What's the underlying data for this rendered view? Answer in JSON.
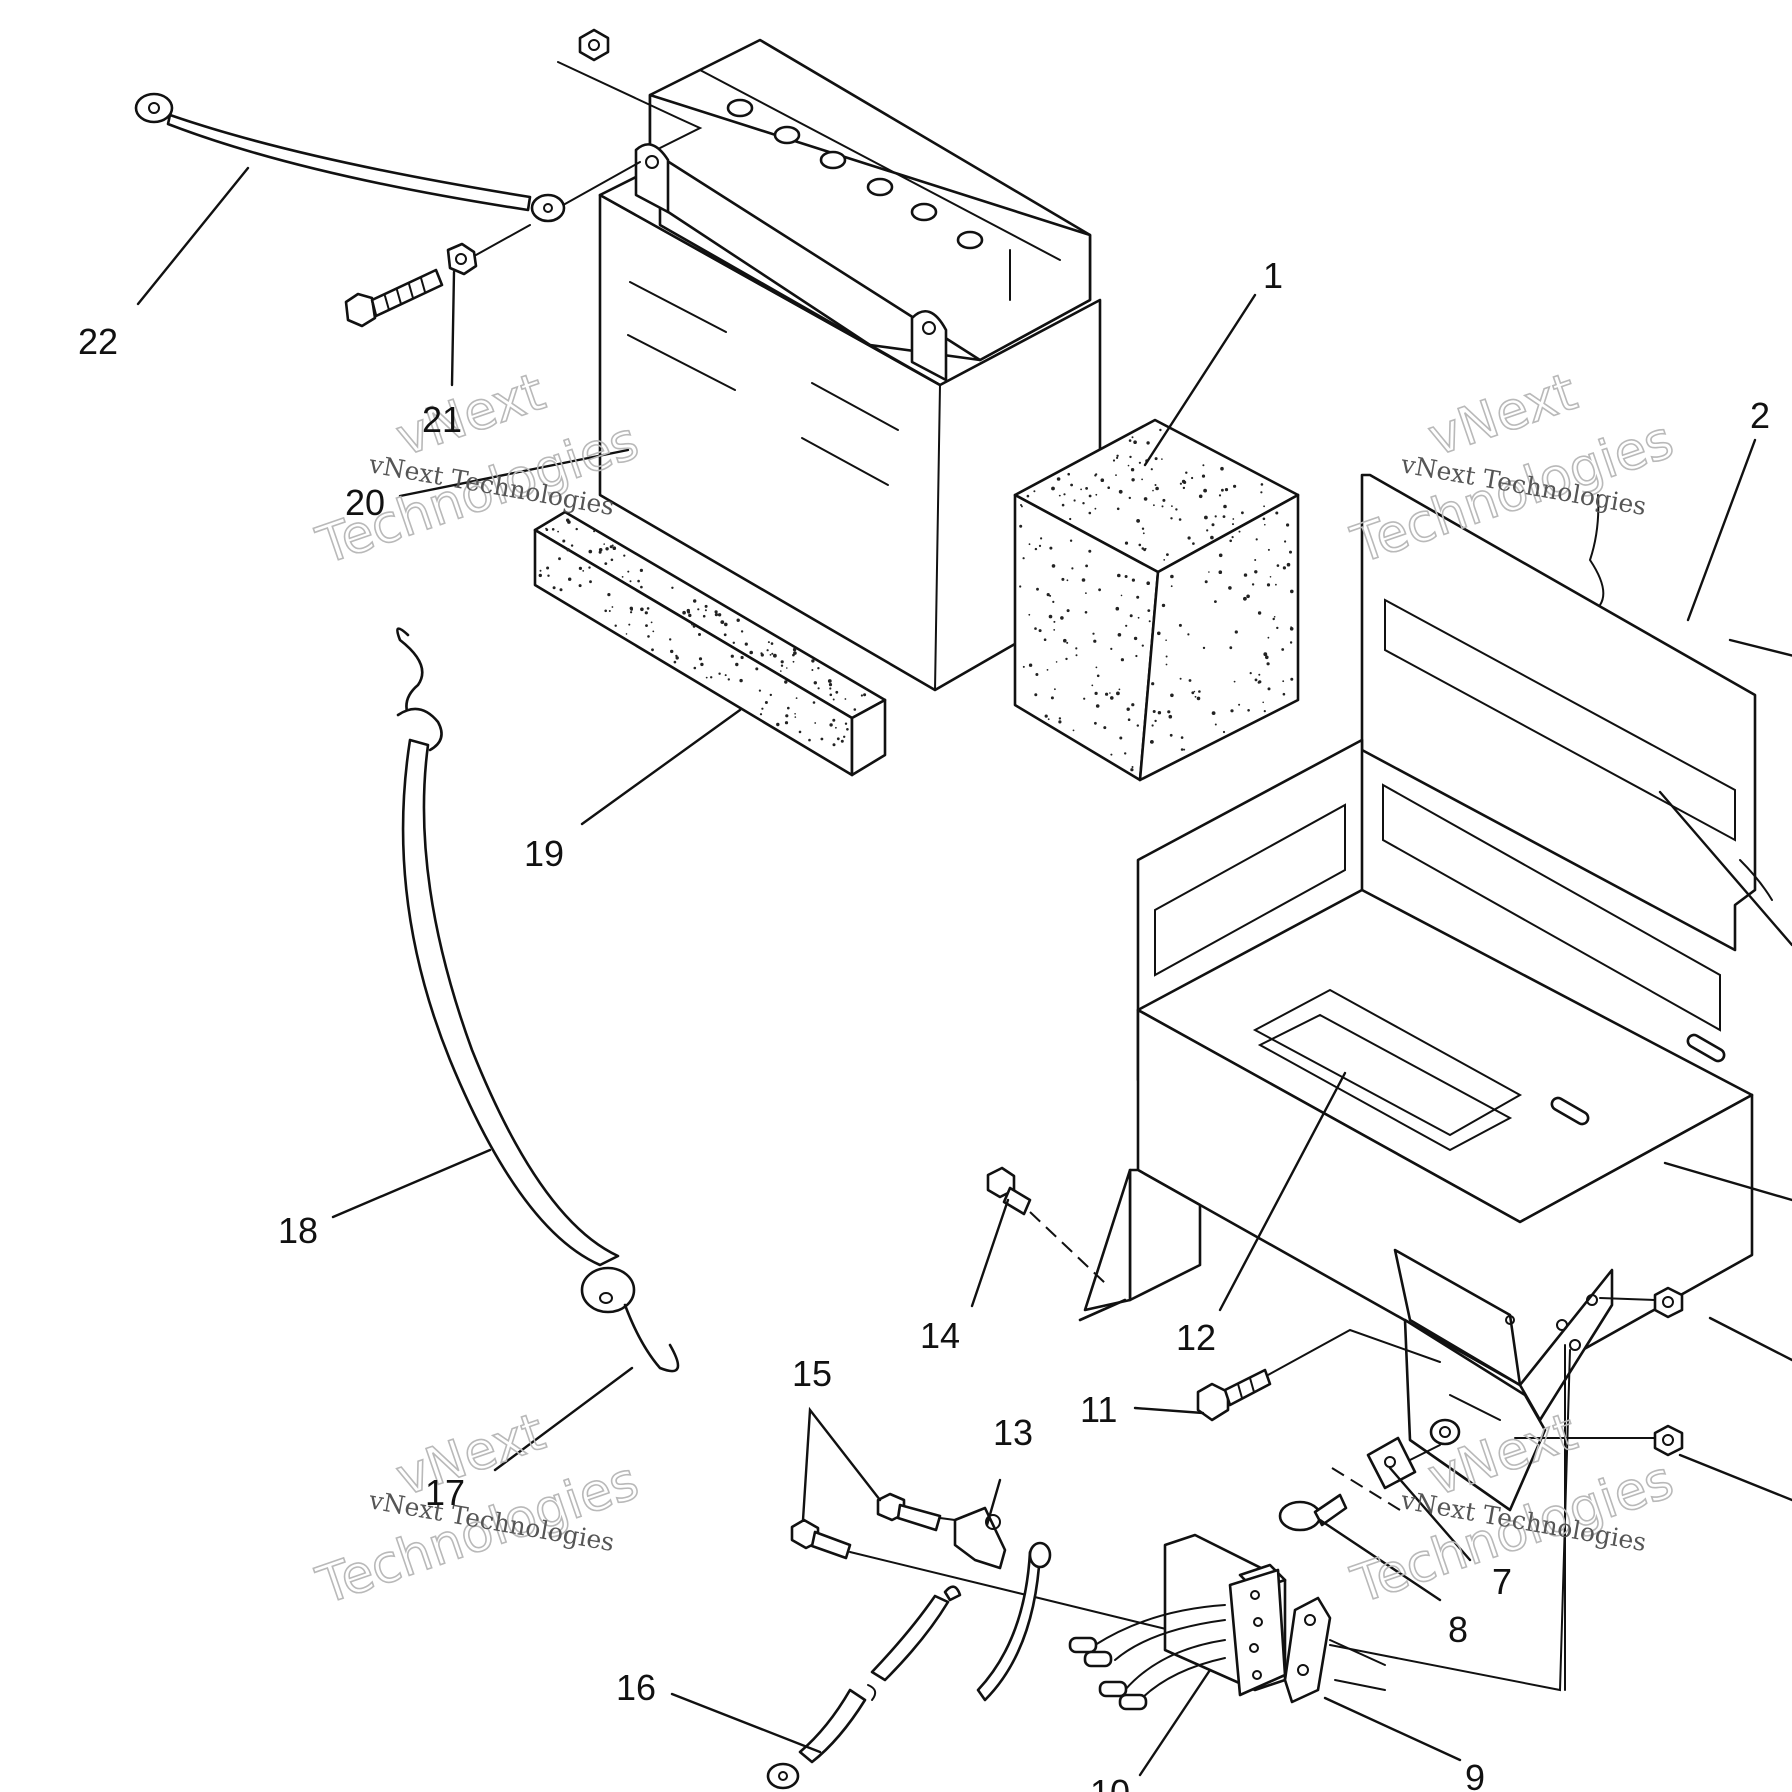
{
  "diagram": {
    "callouts": [
      {
        "id": "c1",
        "text": "1"
      },
      {
        "id": "c2",
        "text": "2"
      },
      {
        "id": "c7",
        "text": "7"
      },
      {
        "id": "c8",
        "text": "8"
      },
      {
        "id": "c9",
        "text": "9"
      },
      {
        "id": "c10",
        "text": "10"
      },
      {
        "id": "c11",
        "text": "11"
      },
      {
        "id": "c12",
        "text": "12"
      },
      {
        "id": "c13",
        "text": "13"
      },
      {
        "id": "c14",
        "text": "14"
      },
      {
        "id": "c15",
        "text": "15"
      },
      {
        "id": "c16",
        "text": "16"
      },
      {
        "id": "c17",
        "text": "17"
      },
      {
        "id": "c18",
        "text": "18"
      },
      {
        "id": "c19",
        "text": "19"
      },
      {
        "id": "c20",
        "text": "20"
      },
      {
        "id": "c21",
        "text": "21"
      },
      {
        "id": "c22",
        "text": "22"
      }
    ],
    "watermark": {
      "line1": "vNext",
      "line2": "Technologies",
      "caption": "vNext Technologies"
    }
  }
}
